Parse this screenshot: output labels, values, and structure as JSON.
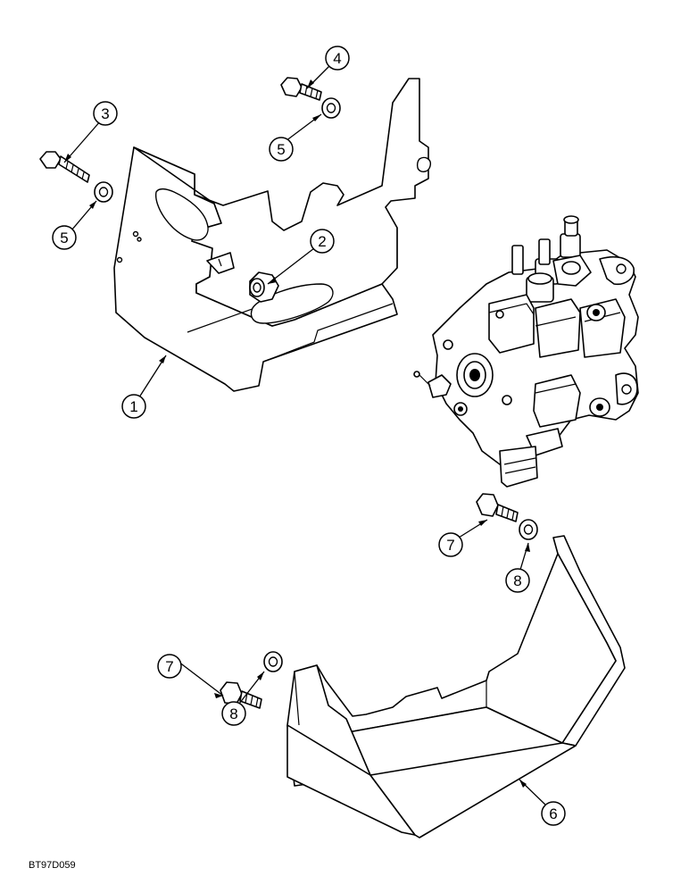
{
  "callouts": [
    {
      "id": "c1",
      "label": "1"
    },
    {
      "id": "c2",
      "label": "2"
    },
    {
      "id": "c3",
      "label": "3"
    },
    {
      "id": "c4",
      "label": "4"
    },
    {
      "id": "c5a",
      "label": "5"
    },
    {
      "id": "c5b",
      "label": "5"
    },
    {
      "id": "c6",
      "label": "6"
    },
    {
      "id": "c7a",
      "label": "7"
    },
    {
      "id": "c7b",
      "label": "7"
    },
    {
      "id": "c8a",
      "label": "8"
    },
    {
      "id": "c8b",
      "label": "8"
    }
  ],
  "figure_code": "BT97D059",
  "icons": [
    "mounting-bracket",
    "spacer",
    "bolt",
    "washer",
    "control-valve",
    "valve-guard"
  ]
}
